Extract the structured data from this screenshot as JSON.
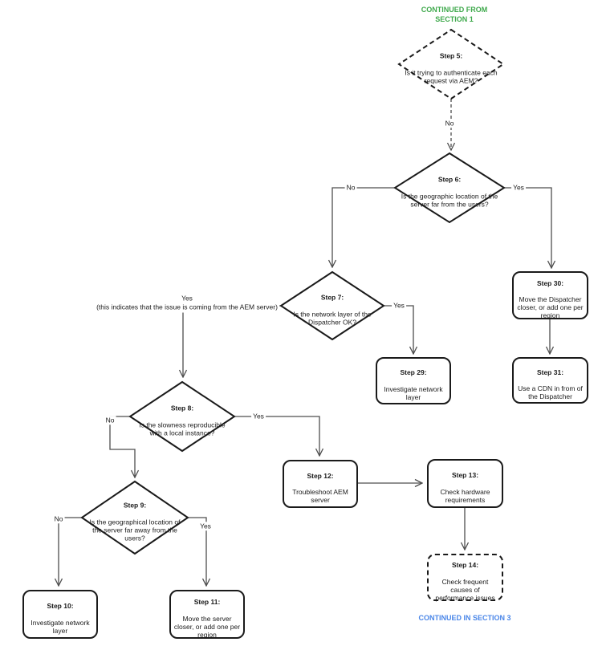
{
  "colors": {
    "continued_green": "#3fa94c",
    "continued_blue": "#4a86e8",
    "line": "#4d4d4d",
    "node_border": "#1a1a1a"
  },
  "header": {
    "continued_from": "CONTINUED FROM\nSECTION 1"
  },
  "footer": {
    "continued_in": "CONTINUED IN SECTION 3"
  },
  "nodes": {
    "step5": {
      "label": "Step 5:",
      "text": "Is it trying to authenticate each\nrequest via AEM?"
    },
    "step6": {
      "label": "Step 6:",
      "text": "Is the geographic location of the\nserver far from the users?"
    },
    "step7": {
      "label": "Step 7:",
      "text": "Is the network layer of the\nDispatcher OK?"
    },
    "step8": {
      "label": "Step 8:",
      "text": "Is the slowness reproducible\nwith a local instance?"
    },
    "step9": {
      "label": "Step 9:",
      "text": "Is the geographical location of\nthe server far away from the\nusers?"
    },
    "step10": {
      "label": "Step 10:",
      "text": "Investigate network\nlayer"
    },
    "step11": {
      "label": "Step 11:",
      "text": "Move the server\ncloser, or add one per\nregion"
    },
    "step12": {
      "label": "Step 12:",
      "text": "Troubleshoot AEM\nserver"
    },
    "step13": {
      "label": "Step 13:",
      "text": "Check hardware\nrequirements"
    },
    "step14": {
      "label": "Step 14:",
      "text": "Check frequent\ncauses of\nperformance issues"
    },
    "step29": {
      "label": "Step 29:",
      "text": "Investigate network\nlayer"
    },
    "step30": {
      "label": "Step 30:",
      "text": "Move the Dispatcher\ncloser, or add one per\nregion"
    },
    "step31": {
      "label": "Step 31:",
      "text": "Use a CDN in from of\nthe Dispatcher"
    }
  },
  "edge_labels": {
    "step5_no": "No",
    "step6_no": "No",
    "step6_yes": "Yes",
    "step7_yes": "Yes",
    "step7_left": "Yes\n(this indicates that the issue is coming from the AEM server)",
    "step8_no": "No",
    "step8_yes": "Yes",
    "step9_no": "No",
    "step9_yes": "Yes"
  }
}
